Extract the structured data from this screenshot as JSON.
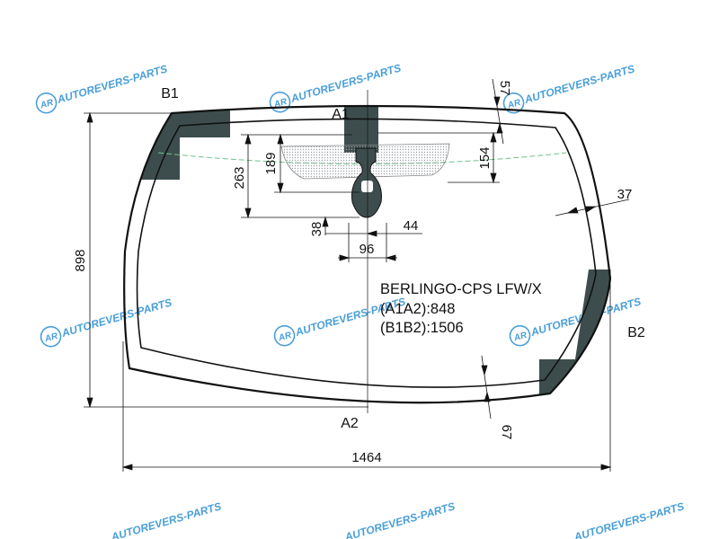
{
  "watermark": {
    "text": "AUTOREVERS-PARTS",
    "logo": "AR"
  },
  "points": {
    "a1": "A1",
    "a2": "A2",
    "b1": "B1",
    "b2": "B2"
  },
  "dimensions": {
    "overall_width": "1464",
    "overall_height": "898",
    "border_side": "37",
    "border_top": "57",
    "border_bottom": "67",
    "dim_263": "263",
    "dim_189": "189",
    "dim_154": "154",
    "dim_38": "38",
    "dim_44": "44",
    "dim_96": "96"
  },
  "info": {
    "model": "BERLINGO-CPS LFW/X",
    "a1a2": "(A1A2):848",
    "b1b2": "(B1B2):1506"
  },
  "colors": {
    "frit": "#3d4d4d",
    "dots": "#9aa2a6",
    "green_line": "#6ec48a",
    "watermark": "#4a9fd8"
  }
}
